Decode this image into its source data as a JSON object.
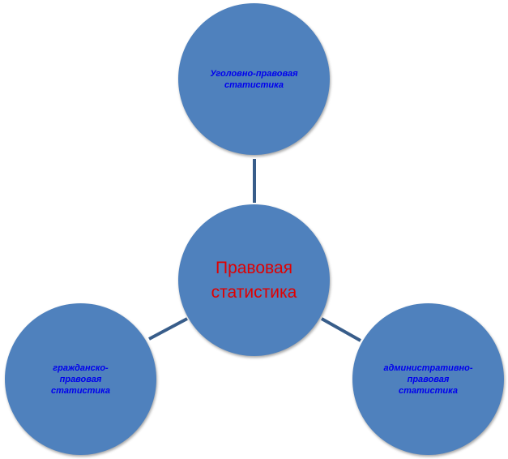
{
  "colors": {
    "node_fill": "#4f81bd",
    "connector": "#385d8a",
    "center_text": "#e00000",
    "outer_text": "#0000ee"
  },
  "center": {
    "label": "Правовая\nстатистика"
  },
  "nodes": {
    "top": {
      "label": "Уголовно-правовая\nстатистика"
    },
    "left": {
      "label": "гражданско-\nправовая\nстатистика"
    },
    "right": {
      "label": "административно-\nправовая\nстатистика"
    }
  }
}
